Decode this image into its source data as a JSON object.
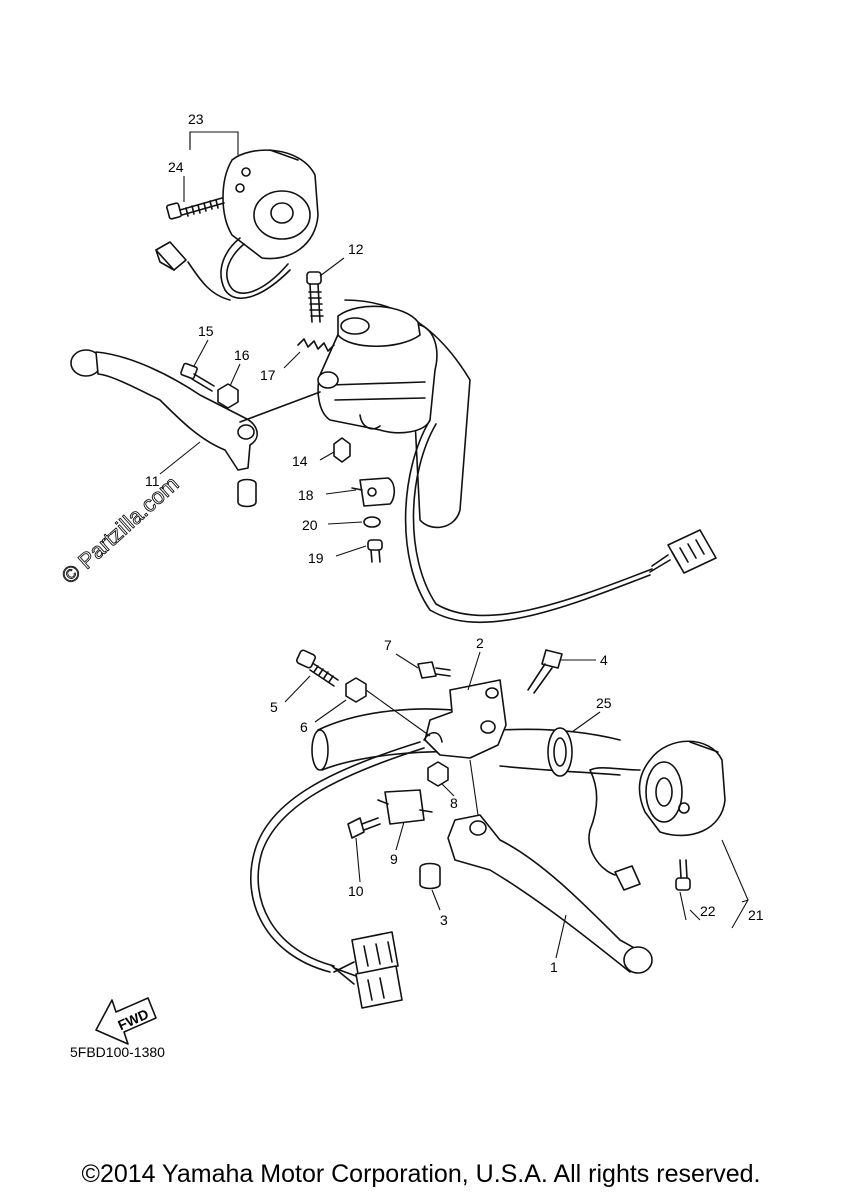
{
  "watermark": "© Partzilla.com",
  "diagram_code": "5FBD100-1380",
  "copyright": "©2014 Yamaha Motor Corporation, U.S.A. All rights reserved.",
  "fwd_label": "FWD",
  "callouts": {
    "c1": "1",
    "c2": "2",
    "c3": "3",
    "c4": "4",
    "c5": "5",
    "c6": "6",
    "c7": "7",
    "c8": "8",
    "c9": "9",
    "c10": "10",
    "c11": "11",
    "c12": "12",
    "c14": "14",
    "c15": "15",
    "c16": "16",
    "c17": "17",
    "c18": "18",
    "c19": "19",
    "c20": "20",
    "c21": "21",
    "c22": "22",
    "c23": "23",
    "c24": "24",
    "c25": "25"
  }
}
